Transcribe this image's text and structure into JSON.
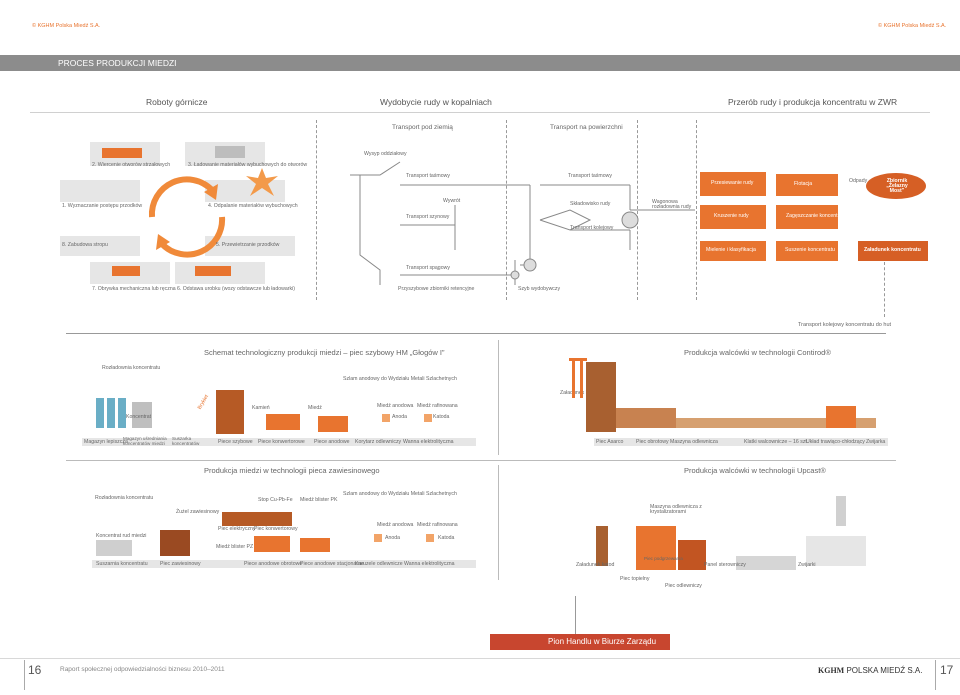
{
  "header": {
    "left_copyright": "© KGHM Polska Miedź S.A.",
    "right_copyright": "© KGHM Polska Miedź S.A.",
    "banner_title": "PROCES PRODUKCJI MIEDZI"
  },
  "stages": {
    "mining_robots": "Roboty górnicze",
    "ore_extraction": "Wydobycie rudy w kopalniach",
    "processing": "Przerób rudy i produkcja koncentratu w ZWR"
  },
  "transport_headers": {
    "underground": "Transport pod ziemią",
    "surface": "Transport na powierzchni"
  },
  "mining_cycle": {
    "step1": "1. Wyznaczanie postępu przodków",
    "step2": "2. Wiercenie otworów strzałowych",
    "step3": "3. Ładowanie materiałów wybuchowych do otworów",
    "step4": "4. Odpalanie materiałów wybuchowych",
    "step5": "5. Przewietrzanie przodków",
    "step6": "6. Odstawa urobku (wozy odstawcze lub ładowarki)",
    "step7": "7. Obrywka mechaniczna lub ręczna",
    "step8": "8. Zabudowa stropu"
  },
  "ore_flow": {
    "wysyp": "Wysyp oddziałowy",
    "belt1": "Transport taśmowy",
    "belt2": "Transport taśmowy",
    "rail_under": "Transport szynowy",
    "wywrot": "Wywrót",
    "skladowisko": "Składowisko rudy",
    "rail": "Transport kolejowy",
    "wagonowa": "Wagonowa rozładownia rudy",
    "spagowy": "Transport spągowy",
    "retencyjne": "Przyszybowe zbiorniki retencyjne",
    "szyb": "Szyb wydobywczy"
  },
  "processing_flow": {
    "przesiewanie": "Przesiewanie rudy",
    "flotacja": "Flotacja",
    "odpady": "Odpady",
    "zbiornik": "Zbiornik „Żelazny Most”",
    "kruszenie": "Kruszenie rudy",
    "zageszczanie": "Zagęszczanie koncentratu",
    "mielenie": "Mielenie i klasyfikacja",
    "suszenie": "Suszenie koncentratu",
    "zaladunek": "Załadunek koncentratu",
    "rail_to_smelter": "Transport kolejowy koncentratu do hut"
  },
  "shaft_furnace": {
    "title": "Schemat technologiczny produkcji miedzi – piec szybowy HM „Głogów I”",
    "rozladownia": "Rozładownia koncentratu",
    "koncentrat": "Koncentrat",
    "brykiet": "Brykiet",
    "kamien": "Kamień",
    "miedz": "Miedź",
    "szlam": "Szlam anodowy do Wydziału Metali Szlachetnych",
    "miedz_anodowa": "Miedź anodowa",
    "miedz_rafinowana": "Miedź rafinowana",
    "anoda": "Anoda",
    "katoda": "Katoda",
    "labels": [
      "Magazyn lepiszcza",
      "Magazyn uśredniania koncentratów miedzi",
      "Suszarka koncentratów",
      "Piece szybowe",
      "Piece konwertorowe",
      "Piece anodowe",
      "Korytarz odlewniczy",
      "Wanna elektrolityczna"
    ]
  },
  "contirod": {
    "title": "Produkcja walcówki w technologii Contirod®",
    "zaladunek": "Załadunek katod Cu",
    "labels": [
      "Piec Asarco",
      "Piec obrotowy",
      "Maszyna odlewnicza",
      "Klatki walcownicze – 16 szt.",
      "Układ trawiąco-chłodzący",
      "Zwijarka"
    ]
  },
  "flash_furnace": {
    "title": "Produkcja miedzi w technologii pieca zawiesinowego",
    "rozladownia": "Rozładownia koncentratu",
    "koncentrat_rud": "Koncentrat rud miedzi",
    "zuzel": "Żużel zawiesinowy",
    "stop": "Stop Cu-Pb-Fe",
    "blister_pk": "Miedź blister PK",
    "piec_elektryczny": "Piec elektryczny",
    "piec_konwertorowy": "Piec konwertorowy",
    "blister_pz": "Miedź blister PZ",
    "szlam": "Szlam anodowy do Wydziału Metali Szlachetnych",
    "miedz_anodowa": "Miedź anodowa",
    "miedz_rafinowana": "Miedź rafinowana",
    "anoda": "Anoda",
    "katoda": "Katoda",
    "labels": [
      "Suszarnia koncentratu",
      "Piec zawiesinowy",
      "Piece anodowe obrotowe",
      "Piece anodowe stacjonarne",
      "Karuzele odlewnicze",
      "Wanna elektrolityczna"
    ]
  },
  "upcast": {
    "title": "Produkcja walcówki w technologii Upcast®",
    "maszyna": "Maszyna odlewnicza z krystalizatorami",
    "zaladunek": "Załadunek katod",
    "piec_topielny": "Piec topielny",
    "piec_podgrzewania": "Piec podgrzewania",
    "piec_odlewniczy": "Piec odlewniczy",
    "panel": "Panel sterowniczy",
    "zwijarki": "Zwijarki"
  },
  "sales": {
    "label": "Pion Handlu w Biurze Zarządu"
  },
  "footer": {
    "page_left": "16",
    "report": "Raport społecznej odpowiedzialności biznesu 2010–2011",
    "brand_kghm": "KGHM",
    "brand_rest": "POLSKA MIEDŹ S.A.",
    "page_right": "17"
  },
  "colors": {
    "accent": "#e8742f",
    "banner": "#8c8c8c",
    "sales_bar": "#c8462f"
  }
}
